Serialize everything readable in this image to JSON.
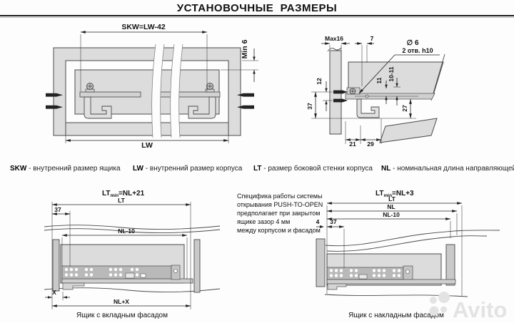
{
  "header": {
    "title": "УСТАНОВОЧНЫЕ  РАЗМЕРЫ"
  },
  "legend": {
    "items": [
      {
        "term": "SKW",
        "desc": " - внутренний размер ящика"
      },
      {
        "term": "LW",
        "desc": " - внутренний размер корпуса"
      },
      {
        "term": "LT",
        "desc": " - размер боковой стенки корпуса"
      },
      {
        "term": "NL",
        "desc": " - номинальная длина направляющей"
      }
    ]
  },
  "top_left": {
    "dim_skw": "SKW=LW-42",
    "dim_min": "Min 6",
    "dim_lw": "LW"
  },
  "top_right": {
    "dim_max": "Max16",
    "dim_7": "7",
    "dia": "∅ 6",
    "holes": "2 отв. h10",
    "dim_12": "12",
    "dim_37": "37",
    "dim_11": "11",
    "dim_10_11": "10-11",
    "dim_27": "27",
    "dim_21": "21",
    "dim_29": "29"
  },
  "bottom_left": {
    "formula_pre": "LT",
    "formula_sub": "min",
    "formula_post": "=NL+21",
    "dim_lt": "LT",
    "dim_37": "37",
    "dim_nl10": "NL-10",
    "dim_x": "X",
    "dim_nlx": "NL+X",
    "caption": "Ящик с вкладным фасадом"
  },
  "bottom_right": {
    "formula_pre": "LT",
    "formula_sub": "min",
    "formula_post": "=NL+3",
    "dim_lt": "LT",
    "dim_nl": "NL",
    "dim_nl10": "NL-10",
    "dim_4": "4",
    "dim_37": "37",
    "note_lines": [
      "Специфика работы системы",
      "открывания PUSH-TO-OPEN",
      "предполагает при закрытом",
      "ящике зазор 4 мм",
      "между корпусом и фасадом"
    ],
    "caption": "Ящик с накладным фасадом"
  },
  "watermark": {
    "text": "Avito"
  },
  "colors": {
    "panel": "#dcdcdc",
    "panel_dark": "#c9c9c9",
    "bracket": "#b9b9b9",
    "rail": "#cfcfcf",
    "outline": "#4a4a4a",
    "dim_line": "#222222",
    "text": "#111111",
    "watermark": "#e3e3e3"
  }
}
